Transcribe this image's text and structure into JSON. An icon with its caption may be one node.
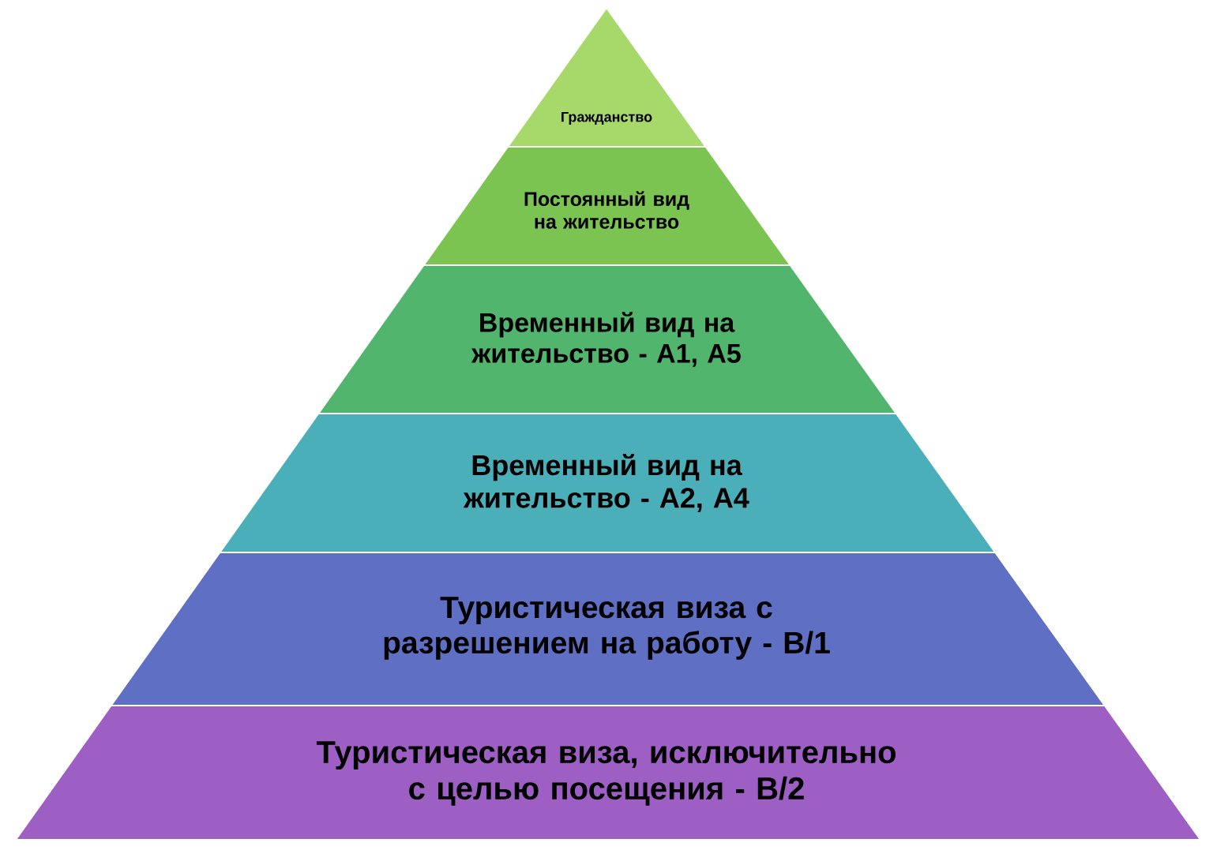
{
  "diagram": {
    "nodes": [
      {
        "text": [
          "Гражданство"
        ]
      },
      {
        "text": [
          "Постоянный вид на жительство"
        ]
      },
      {
        "text": [
          "Временный вид на жительство - А1, А5"
        ]
      },
      {
        "text": [
          "Временный вид на жительство - А2, А4"
        ]
      },
      {
        "text": [
          "Туристическая виза с разрешением на работу - В/1"
        ]
      },
      {
        "text": [
          "Туристическая виза, исключительно с целью посещения - В/2"
        ]
      }
    ]
  }
}
